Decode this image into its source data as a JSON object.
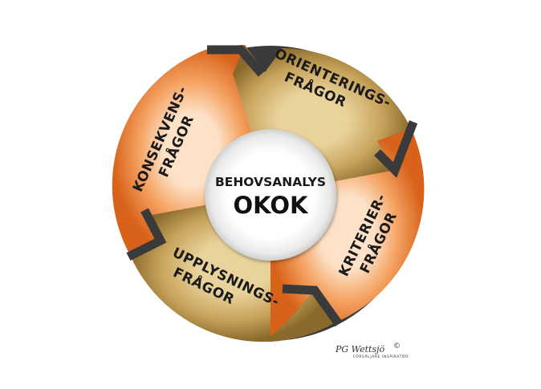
{
  "center": {
    "subtitle": "BEHOVSANALYS",
    "title": "OKOK"
  },
  "segments": [
    {
      "line1": "ORIENTERINGS-",
      "line2": "FRÅGOR",
      "style": "gold"
    },
    {
      "line1": "KRITERIER-",
      "line2": "FRÅGOR",
      "style": "orange"
    },
    {
      "line1": "UPPLYSNINGS-",
      "line2": "FRÅGOR",
      "style": "gold"
    },
    {
      "line1": "KONSEKVENS-",
      "line2": "FRÅGOR",
      "style": "orange"
    }
  ],
  "signature": {
    "name": "PG Wettsjö",
    "tagline": "FÖRSÄLJARE INSPIRATÖR",
    "copyright": "©"
  },
  "colors": {
    "gold_light": "#e2c98a",
    "gold_dark": "#8a6a2c",
    "orange_light": "#fbd3ae",
    "orange_dark": "#e06a1c",
    "separator": "#3a3a3a",
    "center_fill": "#ffffff"
  }
}
